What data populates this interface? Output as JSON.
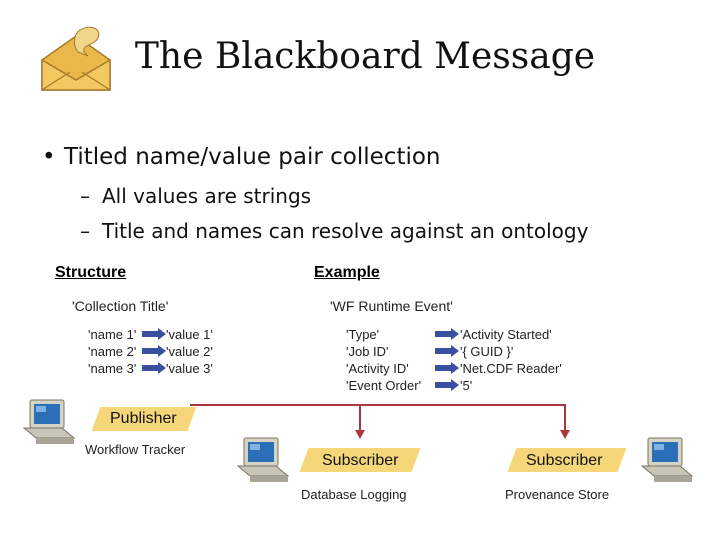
{
  "slide": {
    "title": "The Blackboard Message",
    "bullet": "Titled name/value pair collection",
    "subbullets": [
      "All values are strings",
      "Title and names can resolve against an ontology"
    ],
    "bullet_marker": "•",
    "dash_marker": "–"
  },
  "structure": {
    "header": "Structure",
    "collection_title": "'Collection Title'",
    "names": [
      "'name 1'",
      "'name 2'",
      "'name 3'"
    ],
    "values": [
      "'value 1'",
      "'value 2'",
      "'value 3'"
    ]
  },
  "example": {
    "header": "Example",
    "collection_title": "'WF Runtime Event'",
    "names": [
      "'Type'",
      "'Job ID'",
      "'Activity ID'",
      "'Event Order'"
    ],
    "values": [
      "'Activity Started'",
      "'{ GUID }'",
      "'Net.CDF Reader'",
      "'5'"
    ]
  },
  "diagram": {
    "publisher_label": "Publisher",
    "publisher_caption": "Workflow Tracker",
    "subscriber1_label": "Subscriber",
    "subscriber1_caption": "Database Logging",
    "subscriber2_label": "Subscriber",
    "subscriber2_caption": "Provenance Store",
    "colors": {
      "banner": "#f5d77a",
      "bus_line": "#a8383e",
      "arrow": "#3a4fa0"
    }
  },
  "icons": [
    "envelope-icon",
    "computer-icon"
  ]
}
